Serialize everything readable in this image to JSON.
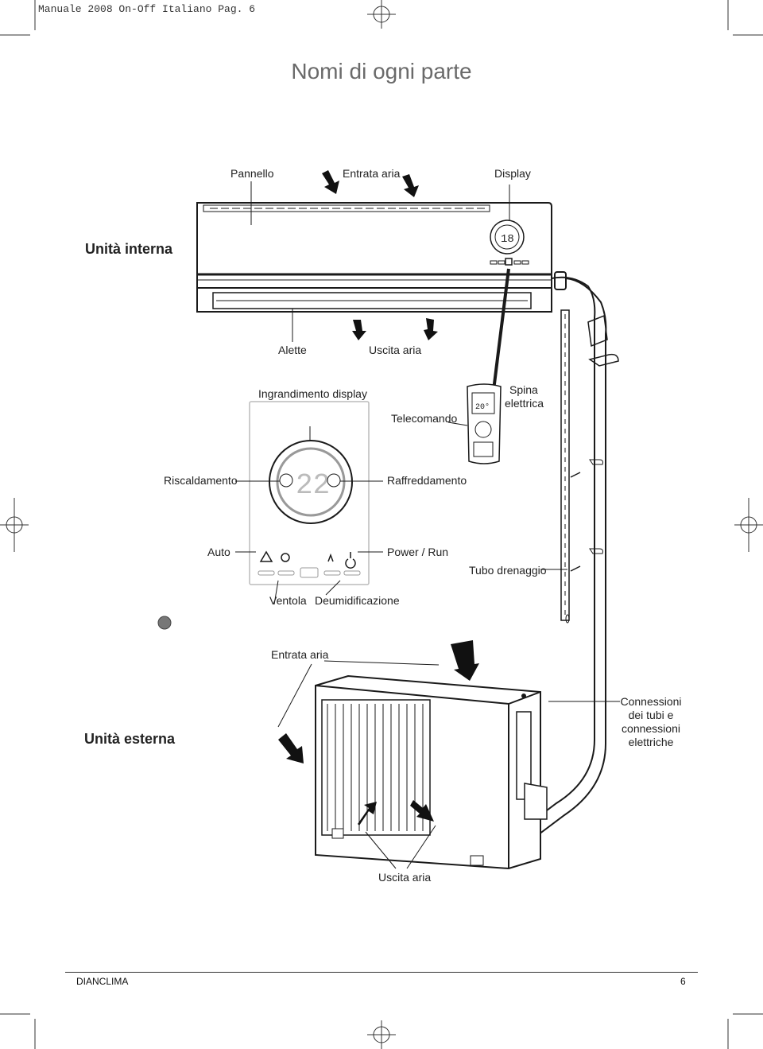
{
  "print_header": "Manuale 2008 On-Off Italiano Pag. 6",
  "title": "Nomi di ogni parte",
  "indoor": {
    "section": "Unità interna",
    "labels": {
      "pannello": "Pannello",
      "entrata_aria": "Entrata aria",
      "display": "Display",
      "alette": "Alette",
      "uscita_aria": "Uscita aria",
      "ingrandimento": "Ingrandimento display",
      "telecomando": "Telecomando",
      "spina_line1": "Spina",
      "spina_line2": "elettrica",
      "riscaldamento": "Riscaldamento",
      "raffreddamento": "Raffreddamento",
      "auto": "Auto",
      "power_run": "Power / Run",
      "tubo": "Tubo drenaggio",
      "ventola": "Ventola",
      "deumidificazione": "Deumidificazione"
    },
    "display_value": "22",
    "remote_display_value": "20"
  },
  "outdoor": {
    "section": "Unità esterna",
    "labels": {
      "entrata_aria": "Entrata aria",
      "uscita_aria": "Uscita aria",
      "connessioni": "Connessioni dei tubi e connessioni elettriche"
    }
  },
  "footer": {
    "brand": "DIANCLIMA",
    "page": "6"
  },
  "colors": {
    "line": "#1a1a1a",
    "title_gray": "#6a6a6a",
    "light_gray": "#bbbbbb"
  }
}
